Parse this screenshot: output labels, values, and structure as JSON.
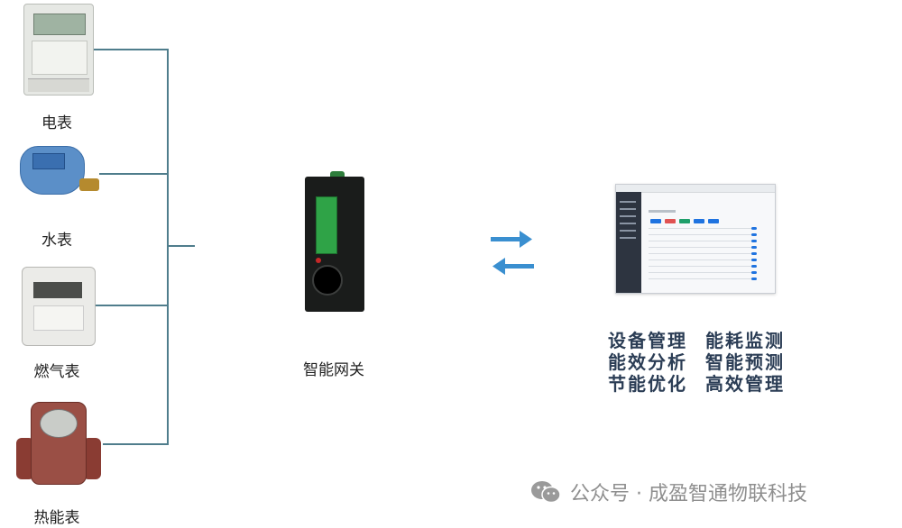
{
  "devices": [
    {
      "label": "电表",
      "icon": "electric-meter-icon"
    },
    {
      "label": "水表",
      "icon": "water-meter-icon"
    },
    {
      "label": "燃气表",
      "icon": "gas-meter-icon"
    },
    {
      "label": "热能表",
      "icon": "heat-meter-icon"
    }
  ],
  "gateway": {
    "label": "智能网关",
    "icon": "gateway-device-icon"
  },
  "arrows": {
    "right_icon": "arrow-right-icon",
    "left_icon": "arrow-left-icon",
    "color": "#3a8fd0"
  },
  "platform": {
    "icon": "dashboard-screenshot-icon"
  },
  "features": [
    [
      "设备管理",
      "能耗监测"
    ],
    [
      "能效分析",
      "智能预测"
    ],
    [
      "节能优化",
      "高效管理"
    ]
  ],
  "watermark": {
    "text": "公众号 · 成盈智通物联科技",
    "icon": "wechat-icon"
  },
  "colors": {
    "line": "#4f7d8c",
    "feature_text": "#2b3d55"
  }
}
